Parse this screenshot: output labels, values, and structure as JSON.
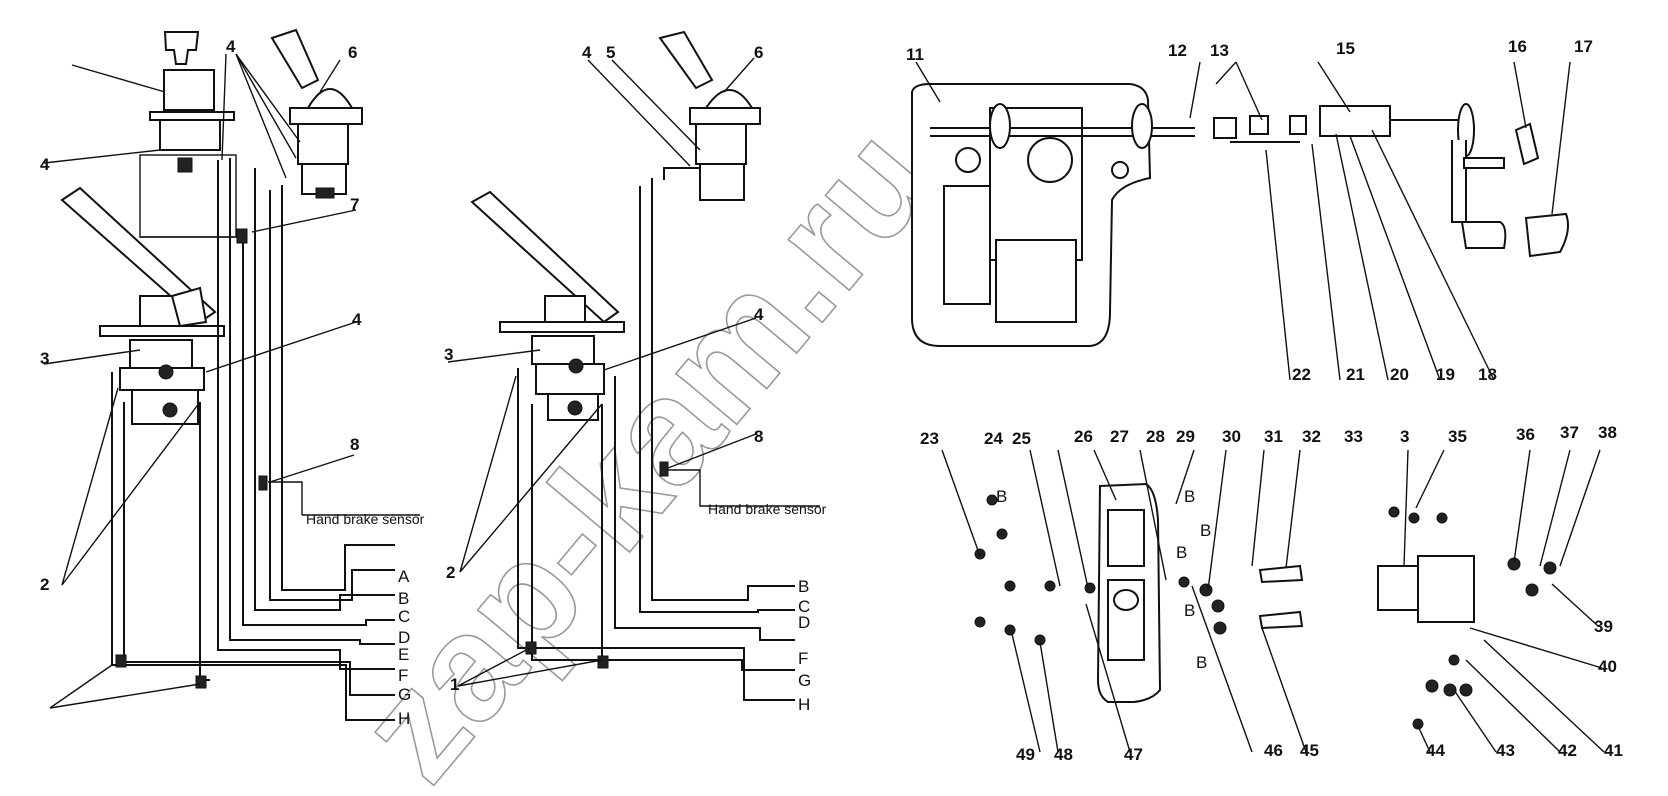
{
  "watermark": "zap-kam.ru",
  "sensor_label": "Hand brake sensor",
  "left_diagram": {
    "callouts": [
      "4",
      "4",
      "6",
      "7",
      "4",
      "3",
      "4",
      "8",
      "2"
    ],
    "connectors": [
      "A",
      "B",
      "C",
      "D",
      "E",
      "F",
      "G",
      "H"
    ]
  },
  "middle_diagram": {
    "callouts": [
      "4",
      "5",
      "6",
      "4",
      "3",
      "8",
      "2",
      "1"
    ],
    "connectors": [
      "B",
      "C",
      "D",
      "F",
      "G",
      "H"
    ]
  },
  "exploded_top": {
    "callouts": [
      "11",
      "12",
      "13",
      "15",
      "16",
      "17",
      "22",
      "21",
      "20",
      "19",
      "18"
    ]
  },
  "exploded_bottom": {
    "callouts": [
      "23",
      "24",
      "25",
      "26",
      "27",
      "28",
      "29",
      "30",
      "31",
      "32",
      "33",
      "3",
      "35",
      "36",
      "37",
      "38",
      "39",
      "40",
      "41",
      "42",
      "43",
      "44",
      "45",
      "46",
      "47",
      "48",
      "49"
    ],
    "part_marks": [
      "B",
      "B",
      "B",
      "B",
      "B",
      "B"
    ]
  }
}
